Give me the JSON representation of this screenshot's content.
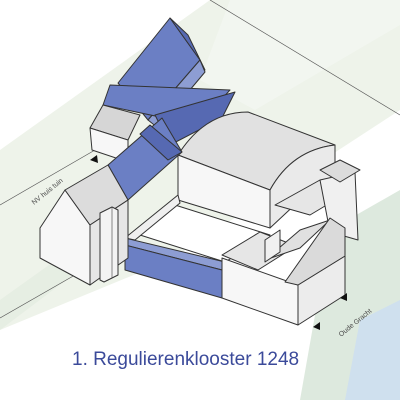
{
  "title": "1. Regulierenklooster 1248",
  "labels": {
    "garden": "NV huis tuin",
    "street": "Oude Gracht"
  },
  "colors": {
    "background": "#ffffff",
    "ground_green": "#eef3ea",
    "street_strip": "#dde9de",
    "canal_blue": "#cfe0ee",
    "highlight_blue": "#6b7fc4",
    "highlight_blue_dark": "#5669b2",
    "wall_white": "#f7f7f7",
    "wall_shade": "#e1e1e1",
    "roof_grey": "#d6d6d6",
    "caption": "#3b4a9a"
  },
  "icons": [
    "arrow-marker-icon",
    "arrow-marker-icon"
  ]
}
